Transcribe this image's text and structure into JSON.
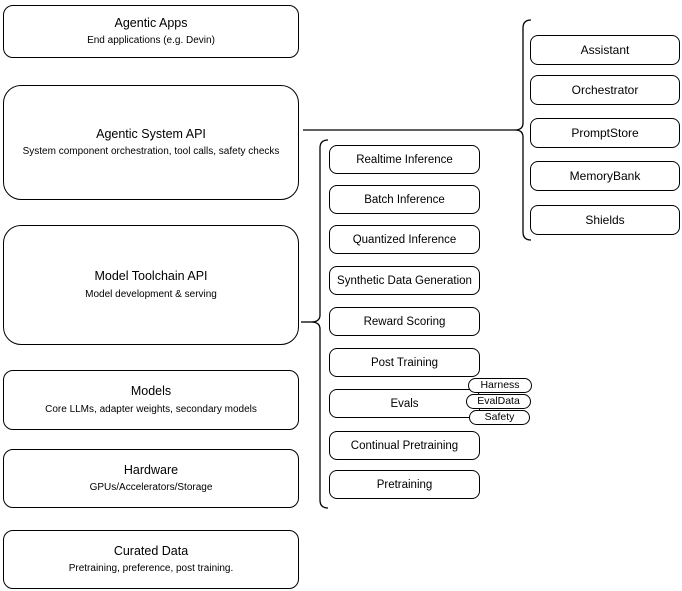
{
  "diagram": {
    "layers": [
      {
        "title": "Agentic Apps",
        "subtitle": "End applications (e.g. Devin)"
      },
      {
        "title": "Agentic System API",
        "subtitle": "System component orchestration, tool calls, safety checks"
      },
      {
        "title": "Model Toolchain API",
        "subtitle": "Model development & serving"
      },
      {
        "title": "Models",
        "subtitle": "Core LLMs, adapter weights, secondary models"
      },
      {
        "title": "Hardware",
        "subtitle": "GPUs/Accelerators/Storage"
      },
      {
        "title": "Curated Data",
        "subtitle": "Pretraining, preference, post training."
      }
    ],
    "toolchain_services": [
      "Realtime Inference",
      "Batch Inference",
      "Quantized Inference",
      "Synthetic Data Generation",
      "Reward Scoring",
      "Post Training",
      "Evals",
      "Continual Pretraining",
      "Pretraining"
    ],
    "eval_tags": [
      "Harness",
      "EvalData",
      "Safety"
    ],
    "system_components": [
      "Assistant",
      "Orchestrator",
      "PromptStore",
      "MemoryBank",
      "Shields"
    ],
    "colors": {
      "stroke": "#000000",
      "fill": "#ffffff",
      "text": "#000000"
    }
  }
}
